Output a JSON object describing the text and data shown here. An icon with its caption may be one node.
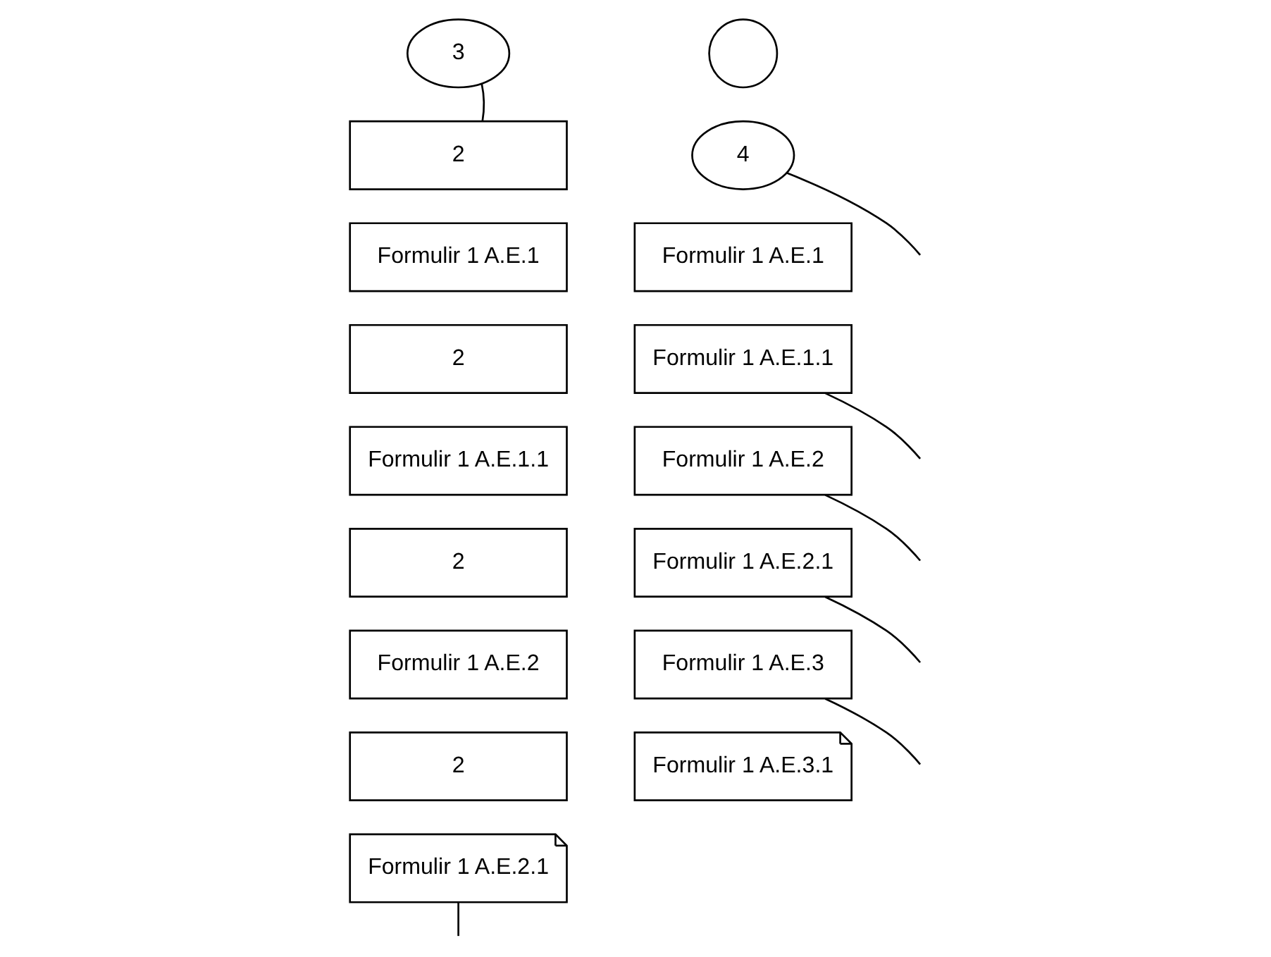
{
  "diagram": {
    "nodes": [
      {
        "text": [
          "3"
        ]
      },
      {
        "text": [
          "2"
        ]
      },
      {
        "text": [
          "Formulir 1 A.E.1"
        ]
      },
      {
        "text": [
          "2"
        ]
      },
      {
        "text": [
          "Formulir 1 A.E.1.1"
        ]
      },
      {
        "text": [
          "2"
        ]
      },
      {
        "text": [
          "Formulir 1 A.E.2"
        ]
      },
      {
        "text": [
          "2"
        ]
      },
      {
        "text": [
          "Formulir 1 A.E.2.1"
        ]
      },
      {
        "text": [],
        "shape": "circle"
      },
      {
        "text": [
          "4"
        ]
      },
      {
        "text": [
          "Formulir 1 A.E.1"
        ]
      },
      {
        "text": [
          "Formulir 1 A.E.1.1"
        ]
      },
      {
        "text": [
          "Formulir 1 A.E.2"
        ]
      },
      {
        "text": [
          "Formulir 1 A.E.2.1"
        ]
      },
      {
        "text": [
          "Formulir 1 A.E.3"
        ]
      },
      {
        "text": [
          "Formulir 1 A.E.3.1"
        ]
      }
    ],
    "edges": [
      {
        "from": 0,
        "to": 1,
        "arrow": "none"
      },
      {
        "from": 8,
        "to": null,
        "arrow": "none"
      },
      {
        "from": 10,
        "to": null,
        "arrow": "none"
      },
      {
        "from": 12,
        "to": null,
        "arrow": "none"
      },
      {
        "from": 13,
        "to": null,
        "arrow": "none"
      },
      {
        "from": 14,
        "to": null,
        "arrow": "none"
      },
      {
        "from": 15,
        "to": null,
        "arrow": "none"
      }
    ]
  }
}
